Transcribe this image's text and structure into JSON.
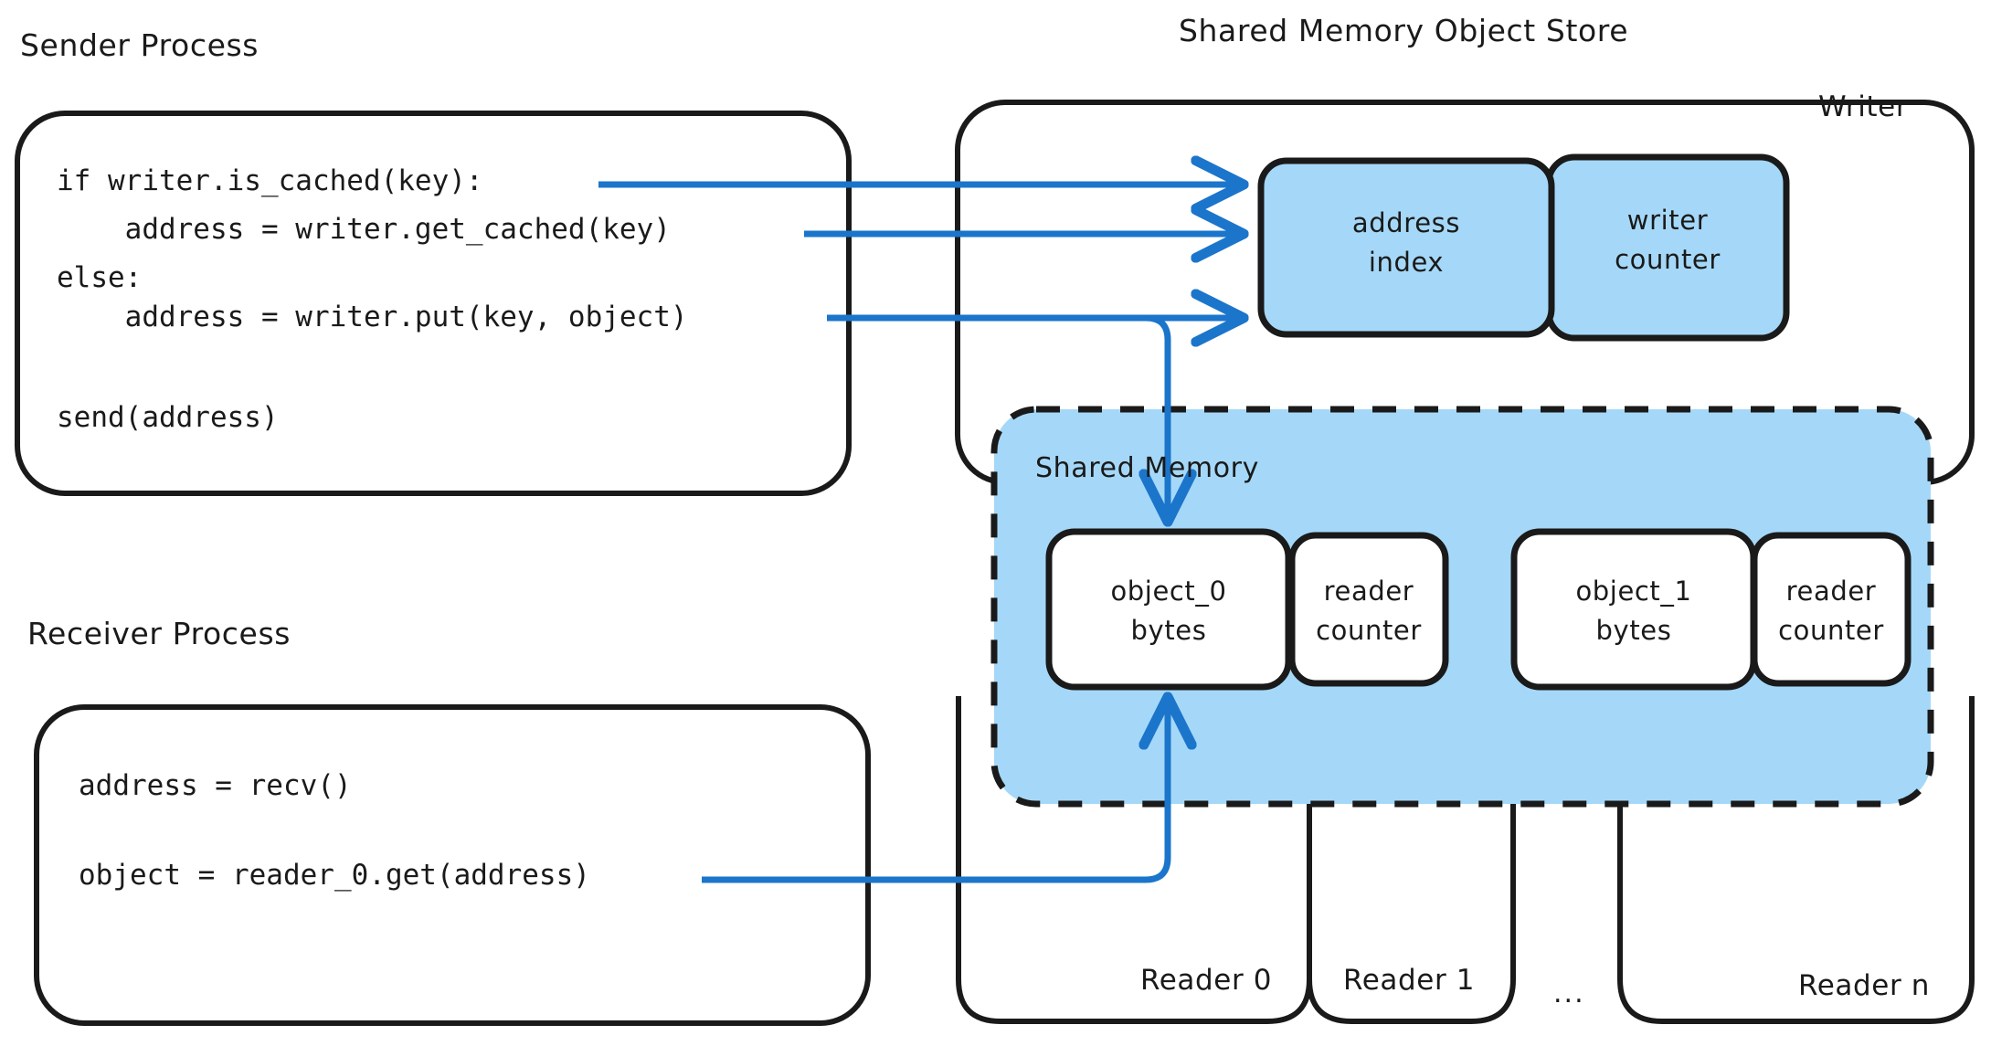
{
  "colors": {
    "stroke": "#1a1a1a",
    "fill_blue": "#a5d8f8",
    "arrow_blue": "#1b75cb",
    "white": "#ffffff",
    "text": "#1a1a1a"
  },
  "sender": {
    "title": "Sender Process",
    "code_lines": [
      "if writer.is_cached(key):",
      "    address = writer.get_cached(key)",
      "else:",
      "    address = writer.put(key, object)",
      "",
      "send(address)"
    ]
  },
  "receiver": {
    "title": "Receiver Process",
    "code_lines": [
      "address = recv()",
      "",
      "object = reader_0.get(address)"
    ]
  },
  "store": {
    "title": "Shared Memory Object Store",
    "writer_label": "Writer",
    "writer_nodes": [
      {
        "line1": "address",
        "line2": "index"
      },
      {
        "line1": "writer",
        "line2": "counter"
      }
    ],
    "shared_memory_label": "Shared Memory",
    "slots": [
      {
        "object_line1": "object_0",
        "object_line2": "bytes",
        "counter_line1": "reader",
        "counter_line2": "counter"
      },
      {
        "object_line1": "object_1",
        "object_line2": "bytes",
        "counter_line1": "reader",
        "counter_line2": "counter"
      }
    ],
    "readers": [
      {
        "label": "Reader 0"
      },
      {
        "label": "Reader 1"
      },
      {
        "label": "Reader n"
      }
    ],
    "reader_ellipsis": "..."
  }
}
